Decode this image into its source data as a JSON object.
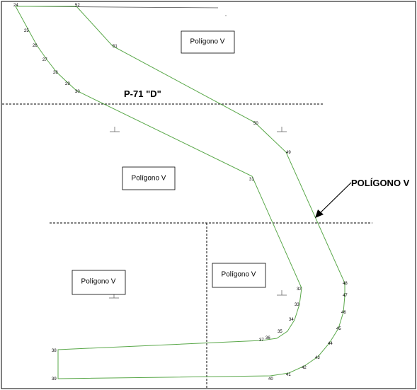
{
  "labels": {
    "section_title": "P-71 \"D\"",
    "callout": "POLÍGONO V"
  },
  "poligono_boxes": [
    "Polígono V",
    "Polígono V",
    "Polígono V",
    "Polígono V"
  ],
  "polygon": {
    "color": "#5aa84a",
    "vertices": [
      "24",
      "25",
      "26",
      "27",
      "28",
      "29",
      "30",
      "31",
      "32",
      "33",
      "34",
      "35",
      "36",
      "37",
      "38",
      "39",
      "40",
      "41",
      "42",
      "43",
      "44",
      "45",
      "46",
      "47",
      "48",
      "49",
      "50",
      "51",
      "52"
    ]
  }
}
